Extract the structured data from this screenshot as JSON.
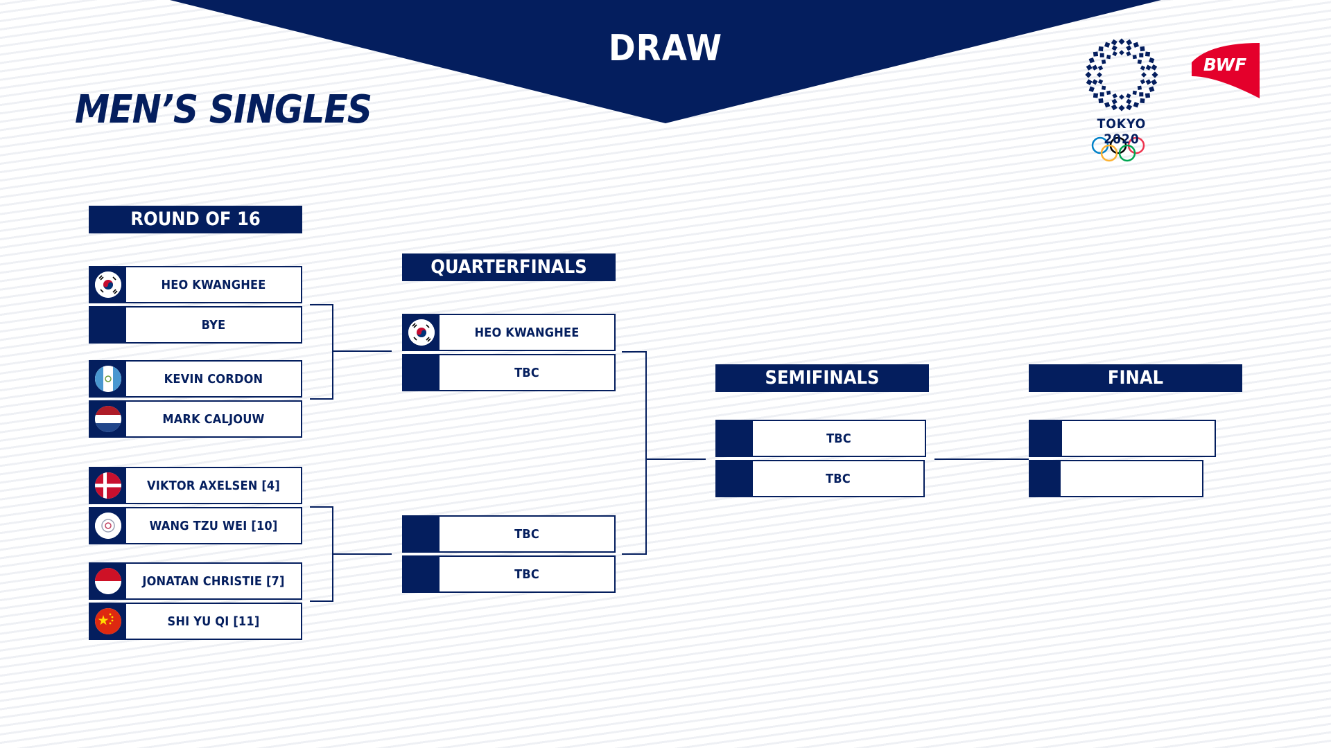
{
  "header": {
    "title": "DRAW",
    "event": "MEN’S SINGLES"
  },
  "logos": {
    "games": "TOKYO 2020",
    "federation": "BWF"
  },
  "rounds": {
    "r16": "ROUND OF 16",
    "qf": "QUARTERFINALS",
    "sf": "SEMIFINALS",
    "final": "FINAL"
  },
  "r16_slots": [
    {
      "name": "HEO KWANGHEE",
      "flag": "korea-flag-icon"
    },
    {
      "name": "BYE",
      "flag": ""
    },
    {
      "name": "KEVIN CORDON",
      "flag": "guatemala-flag-icon"
    },
    {
      "name": "MARK CALJOUW",
      "flag": "netherlands-flag-icon"
    },
    {
      "name": "VIKTOR AXELSEN [4]",
      "flag": "denmark-flag-icon"
    },
    {
      "name": "WANG TZU WEI [10]",
      "flag": "chinese-taipei-flag-icon"
    },
    {
      "name": "JONATAN CHRISTIE [7]",
      "flag": "indonesia-flag-icon"
    },
    {
      "name": "SHI YU QI [11]",
      "flag": "china-flag-icon"
    }
  ],
  "qf_slots": [
    {
      "name": "HEO KWANGHEE",
      "flag": "korea-flag-icon"
    },
    {
      "name": "TBC",
      "flag": ""
    },
    {
      "name": "TBC",
      "flag": ""
    },
    {
      "name": "TBC",
      "flag": ""
    }
  ],
  "sf_slots": [
    {
      "name": "TBC"
    },
    {
      "name": "TBC"
    }
  ],
  "final_slots": [
    {
      "name": ""
    },
    {
      "name": ""
    }
  ],
  "colors": {
    "navy": "#041e5e",
    "bwf_red": "#e4002b"
  }
}
